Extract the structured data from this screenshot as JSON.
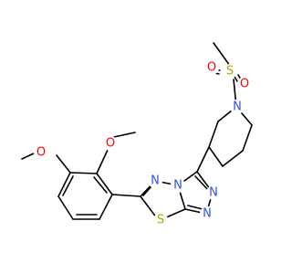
{
  "colors": {
    "bond": "#000000",
    "O": "#ff0000",
    "N": "#3050f8",
    "S": "#b2a600",
    "background": "#ffffff"
  },
  "atoms": {
    "s_sulfonyl": "S",
    "o_sulfonyl_top": "O",
    "o_sulfonyl_right": "O",
    "n_piperidine": "N",
    "n_triazole_a": "N",
    "n_triazole_b": "N",
    "n_fused": "N",
    "n_thiadiazole": "N",
    "s_thiadiazole": "S",
    "o_methoxy_1": "O",
    "o_methoxy_2": "O"
  }
}
